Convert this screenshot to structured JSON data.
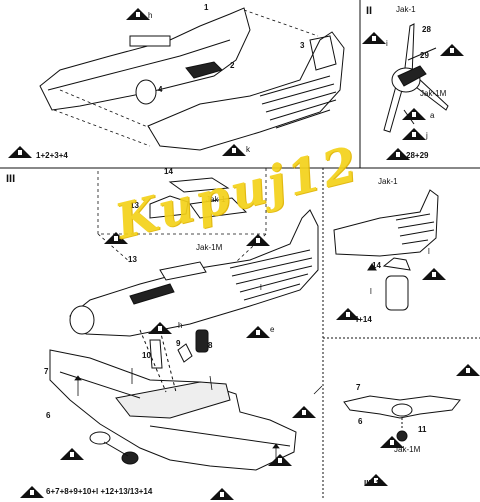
{
  "sections": {
    "one": "",
    "two": "II",
    "three": "III"
  },
  "section_one": {
    "part_numbers": [
      "1",
      "2",
      "3",
      "4"
    ],
    "sym_letters": {
      "h": "h",
      "k": "k"
    },
    "caption": "1+2+3+4"
  },
  "section_two": {
    "title": "Jak-1",
    "subtitle": "Jak-1M",
    "part_numbers": [
      "28",
      "29"
    ],
    "sym_letters": {
      "i": "i",
      "a": "a",
      "j": "j"
    },
    "caption": "28+29"
  },
  "section_three": {
    "title": "Jak-1",
    "subtitle": "Jak-1M",
    "part_numbers": [
      "14",
      "13",
      "13",
      "7",
      "6",
      "10",
      "9",
      "8"
    ],
    "sym_letters": {
      "h": "h",
      "e": "e",
      "l": "l"
    },
    "caption": "6+7+8+9+10+l +12+13/13+14"
  },
  "inset_top": {
    "title": "Jak-1",
    "part_number": "14",
    "sym_letters": {
      "l1": "l",
      "l2": "l"
    },
    "caption": "l+14"
  },
  "inset_bottom": {
    "part_numbers": [
      "7",
      "6",
      "11"
    ],
    "subtitle": "Jak-1M",
    "caption": "III+11"
  },
  "watermark": "Kupuj12",
  "colors": {
    "ink": "#111111",
    "watermark": "#f4d21a",
    "paper": "#ffffff"
  }
}
